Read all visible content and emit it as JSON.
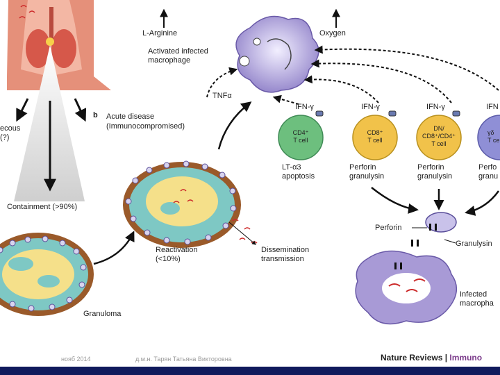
{
  "labels": {
    "arginine": "L-Arginine",
    "oxygen": "Oxygen",
    "macrophage_l1": "Activated infected",
    "macrophage_l2": "macrophage",
    "tnf": "TNFα",
    "b_marker": "b",
    "acute_l1": "Acute disease",
    "acute_l2": "(Immunocompromised)",
    "left_partial_l1": "ecous",
    "left_partial_l2": "(?)",
    "containment": "Containment (>90%)",
    "granuloma": "Granuloma",
    "reactivation_l1": "Reactivation",
    "reactivation_l2": "(<10%)",
    "dissemination_l1": "Dissemination",
    "dissemination_l2": "transmission",
    "ifn1": "IFN-γ",
    "ifn2": "IFN-γ",
    "ifn3": "IFN-γ",
    "ifn4": "IFN",
    "perforin": "Perforin",
    "granulysin": "Granulysin",
    "infected_l1": "Infected",
    "infected_l2": "macropha"
  },
  "cells": {
    "c1_l1": "CD4⁺",
    "c1_l2": "T cell",
    "c2_l1": "CD8⁺",
    "c2_l2": "T cell",
    "c3_l1": "DN/",
    "c3_l2": "CD8⁺/CD4⁺",
    "c3_l3": "T cell",
    "c4_l1": "γδ",
    "c4_l2": "T ce"
  },
  "mechanisms": {
    "m1_l1": "LT-α3",
    "m1_l2": "apoptosis",
    "m2_l1": "Perforin",
    "m2_l2": "granulysin",
    "m3_l1": "Perforin",
    "m3_l2": "granulysin",
    "m4_l1": "Perfo",
    "m4_l2": "granu"
  },
  "footer": {
    "date": "нояб 2014",
    "author": "д.м.н. Тарян Татьяна Викторовна",
    "brand_main": "Nature Reviews",
    "brand_sep": " | ",
    "brand_accent": "Immuno"
  },
  "colors": {
    "cd4": "#6dbf7e",
    "cd8": "#f1c24a",
    "dn": "#f1c24a",
    "gd": "#8f8fd6",
    "macrophage": "#a89ad6",
    "granuloma_outer": "#9a5a2a",
    "granuloma_ring": "#7ec8c4",
    "granuloma_core": "#f5e08a",
    "bottom_bar": "#101a5c"
  }
}
